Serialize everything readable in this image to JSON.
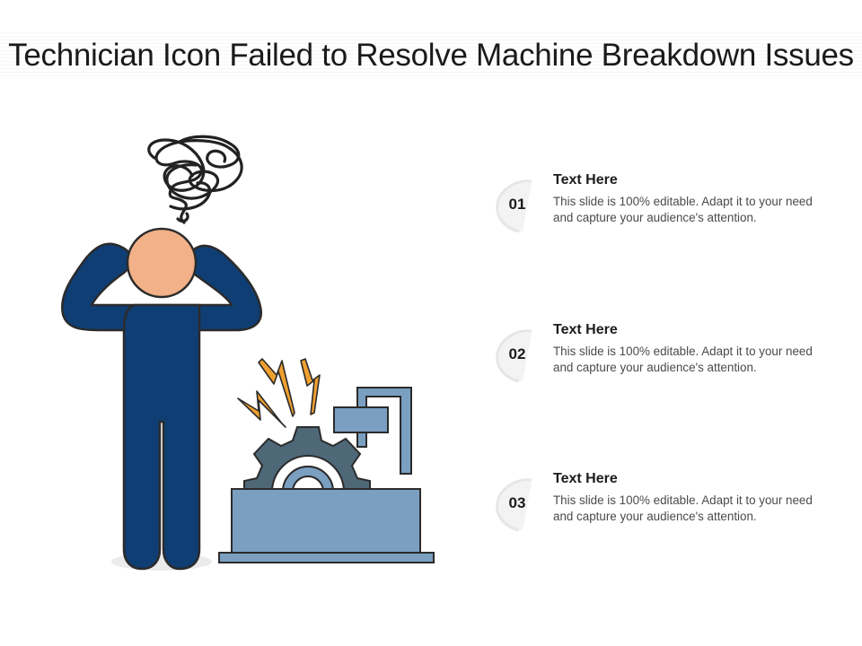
{
  "slide": {
    "title": "Technician Icon Failed to Resolve Machine Breakdown Issues"
  },
  "colors": {
    "figure_blue": "#0e3e74",
    "head": "#f2b188",
    "gear": "#4e6878",
    "machine": "#7a9fc1",
    "spark": "#f0a030"
  },
  "items": [
    {
      "number": "01",
      "heading": "Text Here",
      "body": "This slide is 100% editable. Adapt it to your need and capture your audience's attention."
    },
    {
      "number": "02",
      "heading": "Text Here",
      "body": "This slide is 100% editable. Adapt it to your need and capture your audience's attention."
    },
    {
      "number": "03",
      "heading": "Text Here",
      "body": "This slide is 100% editable. Adapt it to your need and capture your audience's attention."
    }
  ]
}
